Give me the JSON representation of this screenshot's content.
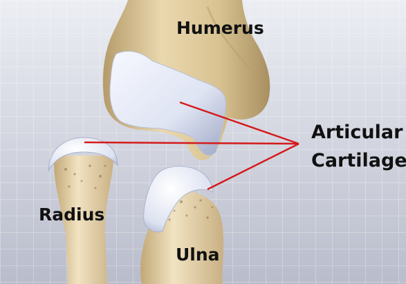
{
  "labels": {
    "humerus": "Humerus",
    "radius": "Radius",
    "ulna": "Ulna",
    "articular_line1": "Articular",
    "articular_line2": "Cartilage"
  },
  "colors": {
    "background_top": "#eceef4",
    "background_bottom": "#b9bccb",
    "grid": "#ffffff",
    "bone": "#d9c59a",
    "bone_shadow": "#a88f60",
    "cartilage": "#e6eaf6",
    "cartilage_shadow": "#9ea7c4",
    "pointer_line": "#d41a1a",
    "text": "#111111"
  }
}
